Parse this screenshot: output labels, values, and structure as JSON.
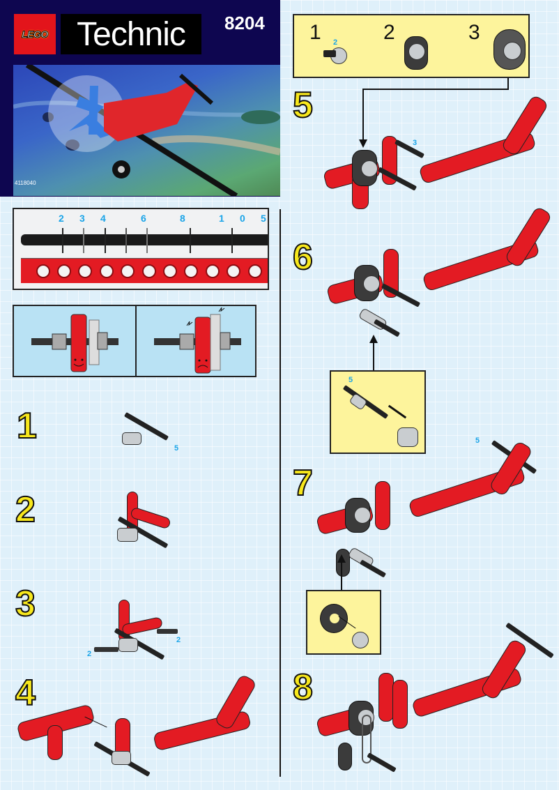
{
  "header": {
    "brand_logo": "LEGO",
    "product_line": "Technic",
    "set_number": "8204",
    "art_code": "4118040",
    "box_art_description": "Red and blue LEGO Technic propeller plane flying over landscape"
  },
  "ruler": {
    "labels": [
      "2",
      "3",
      "4",
      "6",
      "8",
      "1",
      "0",
      "5"
    ],
    "hole_count": 11,
    "colors": {
      "axle": "#1a1a1a",
      "beam": "#e31b23",
      "label": "#1aa4e8"
    }
  },
  "gear_usage": {
    "correct": {
      "face": "smile",
      "label": "correct-assembly"
    },
    "incorrect": {
      "face": "frown",
      "label": "incorrect-assembly"
    }
  },
  "parts_callout_top": {
    "items": [
      {
        "number": "1",
        "part": "axle-pin",
        "qty": "2"
      },
      {
        "number": "2",
        "part": "dark-grey-crank"
      },
      {
        "number": "3",
        "part": "crown-gear-assembly"
      }
    ]
  },
  "steps": {
    "left": [
      {
        "number": "1",
        "labels": [
          "5"
        ]
      },
      {
        "number": "2",
        "labels": []
      },
      {
        "number": "3",
        "labels": [
          "2",
          "2"
        ]
      },
      {
        "number": "4",
        "labels": []
      }
    ],
    "right": [
      {
        "number": "5",
        "labels": [
          "3"
        ]
      },
      {
        "number": "6",
        "labels": []
      },
      {
        "number": "7",
        "labels": [
          "5"
        ]
      },
      {
        "number": "8",
        "labels": []
      }
    ]
  },
  "callout_step6": {
    "axle_length": "5",
    "part": "bush"
  },
  "callout_step7": {
    "part": "tire-and-hub"
  },
  "colors": {
    "page_bg": "#dff0fa",
    "header_bg": "#0e0650",
    "step_number": "#f8e81c",
    "callout_bg": "#fdf49c",
    "brick_red": "#e31b23",
    "accent_blue": "#1aa4e8"
  }
}
